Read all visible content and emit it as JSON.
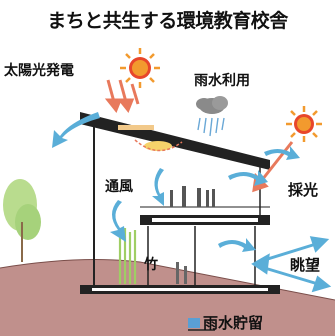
{
  "title": "まちと共生する環境教育校舎",
  "labels": {
    "solar_power": "太陽光発電",
    "rainwater_use": "雨水利用",
    "ventilation": "通風",
    "daylighting": "採光",
    "bamboo": "竹",
    "view": "眺望",
    "rainwater_storage": "雨水貯留"
  },
  "icons": [
    "sun-icon",
    "rain-cloud-icon"
  ],
  "colors": {
    "airflow": "#5aaed8",
    "sunlight_arrow": "#e8795c",
    "sun": "#f29a2e",
    "sun_core": "#e8462a",
    "ground": "#c0908c",
    "roof": "#222222",
    "bamboo": "#9fce64",
    "storage_tank": "#5a9fd4"
  }
}
